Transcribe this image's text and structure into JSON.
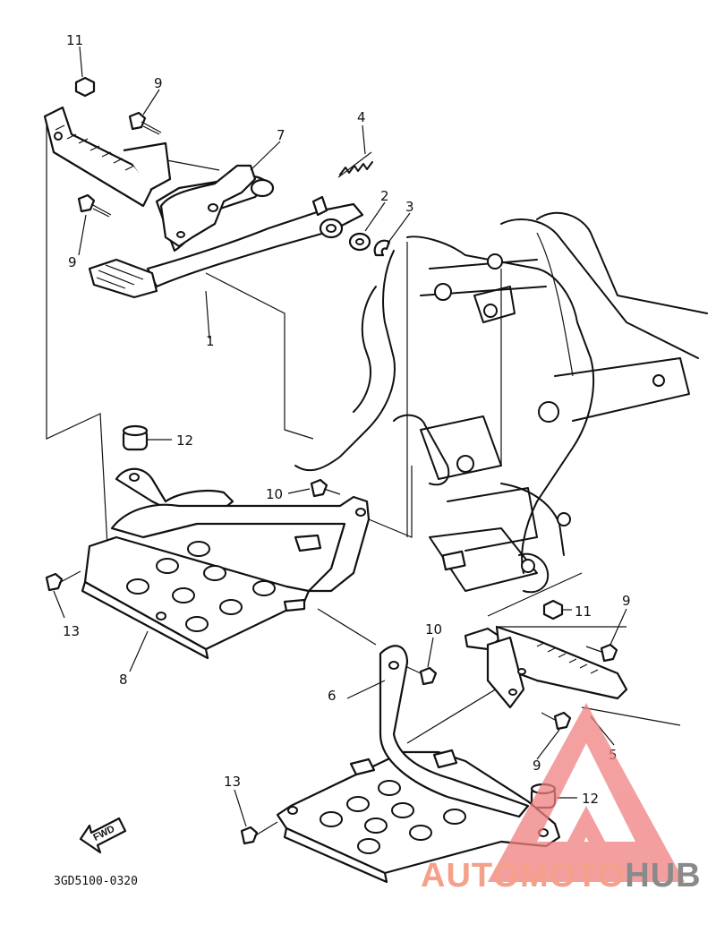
{
  "diagram": {
    "callouts": [
      {
        "id": "c1",
        "label": "1"
      },
      {
        "id": "c2",
        "label": "2"
      },
      {
        "id": "c3",
        "label": "3"
      },
      {
        "id": "c4",
        "label": "4"
      },
      {
        "id": "c5",
        "label": "5"
      },
      {
        "id": "c6",
        "label": "6"
      },
      {
        "id": "c7",
        "label": "7"
      },
      {
        "id": "c8",
        "label": "8"
      },
      {
        "id": "c9a",
        "label": "9"
      },
      {
        "id": "c9b",
        "label": "9"
      },
      {
        "id": "c9c",
        "label": "9"
      },
      {
        "id": "c9d",
        "label": "9"
      },
      {
        "id": "c10a",
        "label": "10"
      },
      {
        "id": "c10b",
        "label": "10"
      },
      {
        "id": "c11a",
        "label": "11"
      },
      {
        "id": "c11b",
        "label": "11"
      },
      {
        "id": "c12a",
        "label": "12"
      },
      {
        "id": "c12b",
        "label": "12"
      },
      {
        "id": "c13a",
        "label": "13"
      },
      {
        "id": "c13b",
        "label": "13"
      }
    ],
    "fwd_label": "FWD",
    "drawing_code": "3GD5100-0320"
  },
  "watermark": {
    "text_part1": "AUTOMOTO",
    "text_part2": "HUB",
    "color_part1": "#f5a08a",
    "color_part2": "#8a8a8a",
    "triangle_color": "#f08080"
  }
}
